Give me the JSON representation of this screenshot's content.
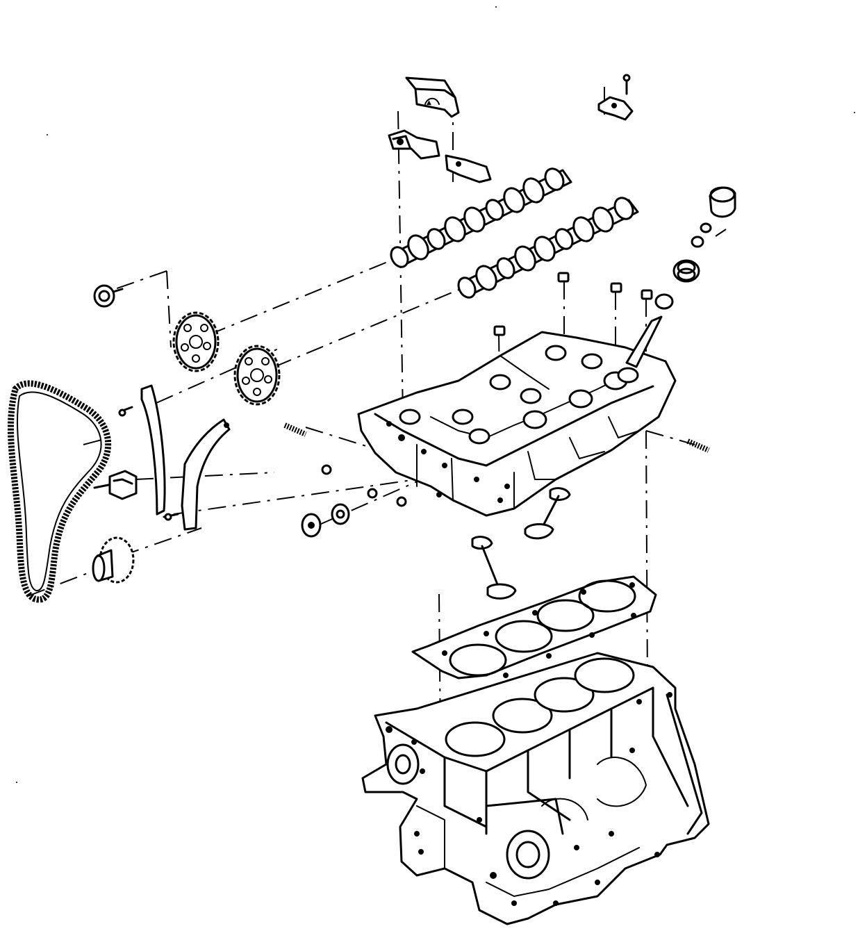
{
  "diagram": {
    "components": [
      {
        "name": "camshaft-bearing-cap",
        "icon": "bearing-cap-icon"
      },
      {
        "name": "rocker-arm",
        "icon": "rocker-arm-icon"
      },
      {
        "name": "intake-camshaft",
        "icon": "camshaft-icon"
      },
      {
        "name": "exhaust-camshaft",
        "icon": "camshaft-icon"
      },
      {
        "name": "camshaft-sprocket",
        "icon": "sprocket-icon"
      },
      {
        "name": "timing-chain",
        "icon": "chain-icon"
      },
      {
        "name": "chain-guide",
        "icon": "chain-guide-icon"
      },
      {
        "name": "chain-tensioner",
        "icon": "tensioner-icon"
      },
      {
        "name": "crankshaft-sprocket",
        "icon": "sprocket-icon"
      },
      {
        "name": "cylinder-head",
        "icon": "cylinder-head-icon"
      },
      {
        "name": "valve-lifter",
        "icon": "lifter-icon"
      },
      {
        "name": "valve-spring",
        "icon": "spring-icon"
      },
      {
        "name": "valve",
        "icon": "valve-icon"
      },
      {
        "name": "head-gasket",
        "icon": "gasket-icon"
      },
      {
        "name": "cylinder-block",
        "icon": "engine-block-icon"
      }
    ]
  }
}
